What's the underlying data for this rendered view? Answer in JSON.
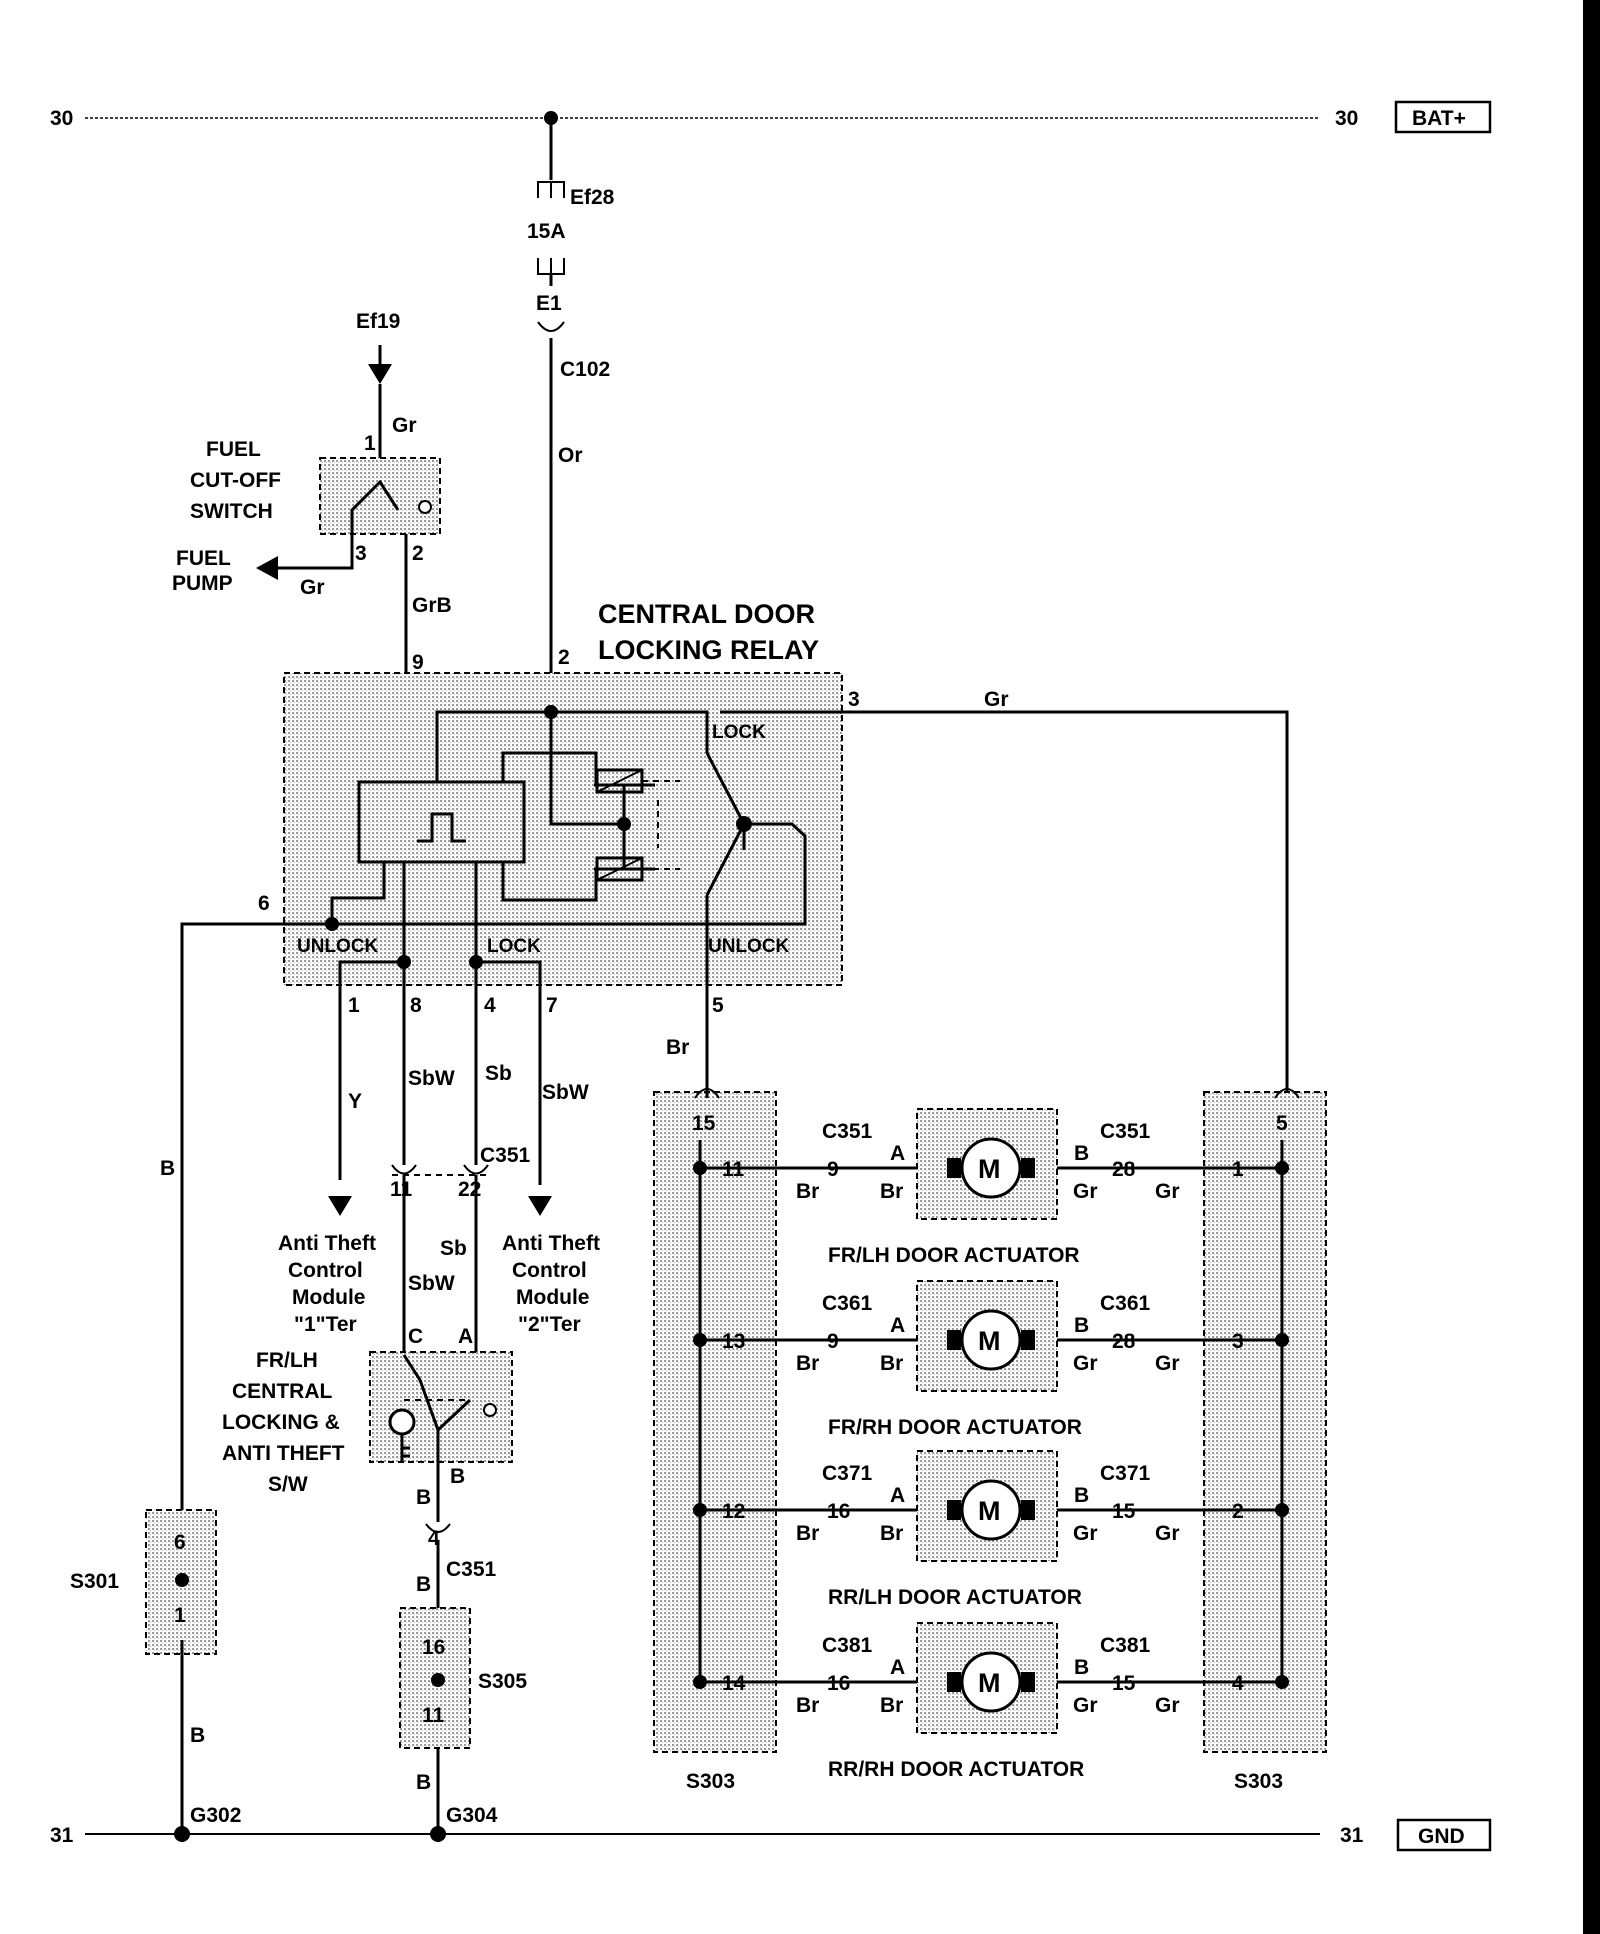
{
  "rails": {
    "bat": {
      "num_left": "30",
      "num_right": "30",
      "tag": "BAT+"
    },
    "gnd": {
      "num_left": "31",
      "num_right": "31",
      "tag": "GND"
    }
  },
  "fuse": {
    "name": "Ef28",
    "rating": "15A",
    "conn": "E1",
    "connector": "C102",
    "wire": "Or"
  },
  "feed": {
    "name": "Ef19",
    "pin": "1",
    "wire": "Gr"
  },
  "fuel_switch": {
    "line1": "FUEL",
    "line2": "CUT-OFF",
    "line3": "SWITCH",
    "pin3": "3",
    "pin2": "2",
    "pump1": "FUEL",
    "pump2": "PUMP",
    "pump_wire": "Gr",
    "out_wire": "GrB"
  },
  "relay": {
    "title1": "CENTRAL DOOR",
    "title2": "LOCKING RELAY",
    "pin9": "9",
    "pin2": "2",
    "pin3": "3",
    "pin6": "6",
    "pin1": "1",
    "pin8": "8",
    "pin4": "4",
    "pin7": "7",
    "pin5": "5",
    "unlock_l": "UNLOCK",
    "lock_l": "LOCK",
    "lock_r": "LOCK",
    "unlock_r": "UNLOCK",
    "wire3": "Gr",
    "wire5": "Br"
  },
  "lower_left": {
    "wire1": "Y",
    "wire8": "SbW",
    "wire4": "Sb",
    "wire7": "SbW",
    "wire6": "B",
    "c351": "C351",
    "pin11": "11",
    "pin22": "22",
    "atcm1": [
      "Anti Theft",
      "Control",
      "Module",
      "\"1\"Ter"
    ],
    "atcm2": [
      "Anti Theft",
      "Control",
      "Module",
      "\"2\"Ter"
    ],
    "sw_sb": "Sb",
    "sw_sbw": "SbW",
    "pinC": "C",
    "pinA": "A",
    "sw_name": [
      "FR/LH",
      "CENTRAL",
      "LOCKING &",
      "ANTI THEFT",
      "S/W"
    ],
    "sw_b1": "B",
    "sw_b2": "B",
    "pin4": "4",
    "c351b": "C351",
    "b3": "B",
    "s305": "S305",
    "s305_top": "16",
    "s305_bot": "11",
    "b4": "B",
    "g304": "G304",
    "s301": "S301",
    "s301_top": "6",
    "s301_bot": "1",
    "b5": "B",
    "g302": "G302"
  },
  "actuators": [
    {
      "name": "FR/LH DOOR ACTUATOR",
      "conn": "C351",
      "s_pin": "11",
      "a_pin": "9",
      "b_pin": "28",
      "r_pin": "1",
      "motor": "M",
      "pa": "A",
      "pb": "B",
      "w1": "Br",
      "w2": "Br",
      "w3": "Gr",
      "w4": "Gr"
    },
    {
      "name": "FR/RH DOOR ACTUATOR",
      "conn": "C361",
      "s_pin": "13",
      "a_pin": "9",
      "b_pin": "28",
      "r_pin": "3",
      "motor": "M",
      "pa": "A",
      "pb": "B",
      "w1": "Br",
      "w2": "Br",
      "w3": "Gr",
      "w4": "Gr"
    },
    {
      "name": "RR/LH DOOR ACTUATOR",
      "conn": "C371",
      "s_pin": "12",
      "a_pin": "16",
      "b_pin": "15",
      "r_pin": "2",
      "motor": "M",
      "pa": "A",
      "pb": "B",
      "w1": "Br",
      "w2": "Br",
      "w3": "Gr",
      "w4": "Gr"
    },
    {
      "name": "RR/RH DOOR ACTUATOR",
      "conn": "C381",
      "s_pin": "14",
      "a_pin": "16",
      "b_pin": "15",
      "r_pin": "4",
      "motor": "M",
      "pa": "A",
      "pb": "B",
      "w1": "Br",
      "w2": "Br",
      "w3": "Gr",
      "w4": "Gr"
    }
  ],
  "splices": {
    "left": "S303",
    "right": "S303",
    "left_top": "15",
    "right_top": "5"
  }
}
